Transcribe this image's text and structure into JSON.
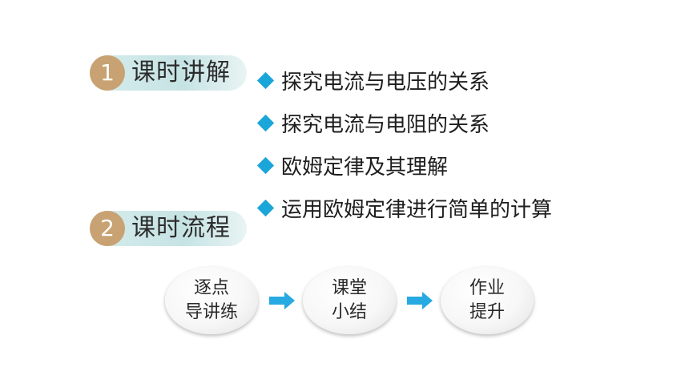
{
  "sections": [
    {
      "number": "1",
      "title": "课时讲解"
    },
    {
      "number": "2",
      "title": "课时流程"
    }
  ],
  "topics": [
    "探究电流与电压的关系",
    "探究电流与电阻的关系",
    "欧姆定律及其理解",
    "运用欧姆定律进行简单的计算"
  ],
  "flow": [
    {
      "line1": "逐点",
      "line2": "导讲练"
    },
    {
      "line1": "课堂",
      "line2": "小结"
    },
    {
      "line1": "作业",
      "line2": "提升"
    }
  ],
  "colors": {
    "accent_bullet": "#1aa6d8",
    "number_circle": "#c8a272",
    "pill_background": "#c6e3e4",
    "arrow": "#27a9e1"
  },
  "icons": {
    "bullet": "diamond-bullet-icon",
    "flow_arrow": "right-arrow-icon"
  }
}
